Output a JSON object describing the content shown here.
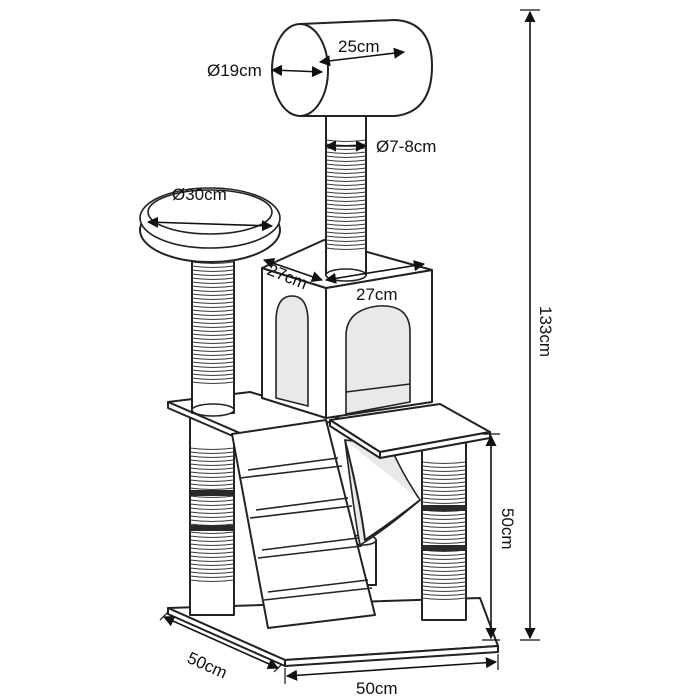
{
  "dimensions": {
    "tunnel_diameter": "Ø19cm",
    "tunnel_length": "25cm",
    "post_diameter": "Ø7-8cm",
    "bed_diameter": "Ø30cm",
    "house_depth": "27cm",
    "house_width": "27cm",
    "total_height": "133cm",
    "platform_height": "50cm",
    "base_depth": "50cm",
    "base_width": "50cm"
  },
  "colors": {
    "line": "#222222",
    "fill": "#ffffff",
    "shade": "#e9e9e9",
    "band": "#2a2a2a"
  }
}
